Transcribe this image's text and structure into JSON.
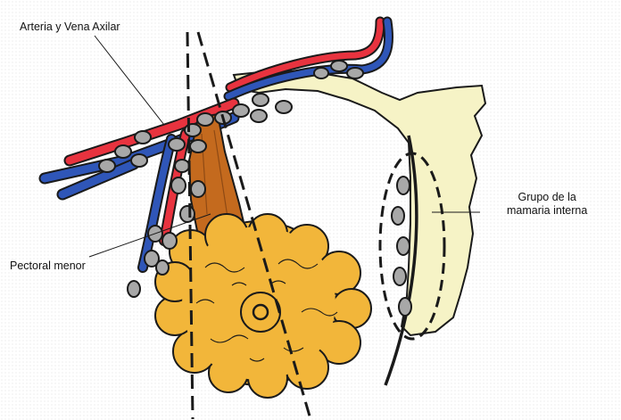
{
  "labels": {
    "axillary_vessels": "Arteria y Vena Axilar",
    "pectoralis_minor": "Pectoral menor",
    "internal_mammary_line1": "Grupo de la",
    "internal_mammary_line2": "mamaria interna"
  },
  "colors": {
    "artery": "#e8333f",
    "vein": "#2f56b8",
    "lymph_node": "#a8a8a8",
    "gland": "#f2b63a",
    "muscle": "#c46a1e",
    "bone": "#f6f3c6",
    "outline": "#1a1a1a",
    "background_dots": "#e4e4e4"
  }
}
